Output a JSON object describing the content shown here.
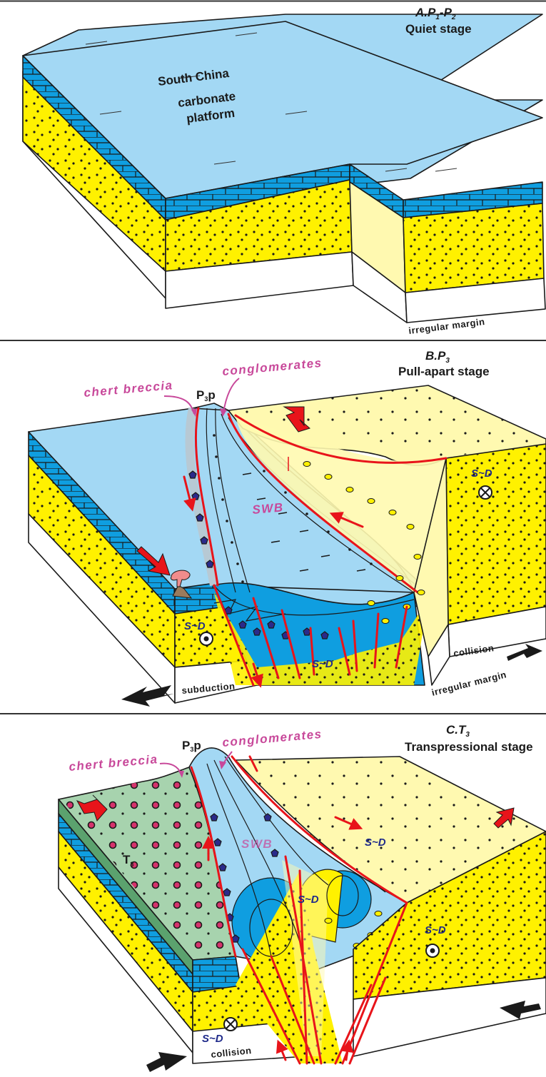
{
  "colors": {
    "sea": "#a3d8f4",
    "limestone": "#0f9ee0",
    "sandstone": "#fff100",
    "sandstone_light": "#fff9b0",
    "basement": "#ffffff",
    "triassic_green": "#a7d3ae",
    "triassic_dark": "#5ba26e",
    "fault_red": "#e8141a",
    "label_pink": "#c8489a",
    "label_navy": "#1f2a8a",
    "volcano_brown": "#9b7b5c",
    "volcano_plume": "#f08c8c"
  },
  "panels": [
    {
      "id": "A",
      "title_prefix": "A.P",
      "title_sub1": "1",
      "title_mid": "-P",
      "title_sub2": "2",
      "stage": "Quiet stage",
      "labels": {
        "region_line1": "South China",
        "region_line2": "carbonate",
        "region_line3": "platform",
        "margin": "irregular margin"
      }
    },
    {
      "id": "B",
      "title_prefix": "B.P",
      "title_sub1": "3",
      "stage": "Pull-apart stage",
      "labels": {
        "chert": "chert  breccia",
        "conglomerates": "conglomerates",
        "p3p_main": "P",
        "p3p_sub": "3",
        "p3p_tail": "p",
        "swb": "SWB",
        "sd_left": "S~D",
        "sd_right": "S~D",
        "sd_bottom": "S~D",
        "subduction": "subduction",
        "collision": "collision",
        "margin": "irregular margin"
      }
    },
    {
      "id": "C",
      "title_prefix": "C.T",
      "title_sub1": "3",
      "stage": "Transpressional stage",
      "labels": {
        "chert": "chert  breccia",
        "conglomerates": "conglomerates",
        "p3p_main": "P",
        "p3p_sub": "3",
        "p3p_tail": "p",
        "swb": "SWB",
        "t3_main": "T",
        "t3_sub": "3",
        "sd_top": "S~D",
        "sd_center": "S~D",
        "sd_right": "S~D",
        "sd_left": "S~D",
        "collision": "collision"
      }
    }
  ]
}
